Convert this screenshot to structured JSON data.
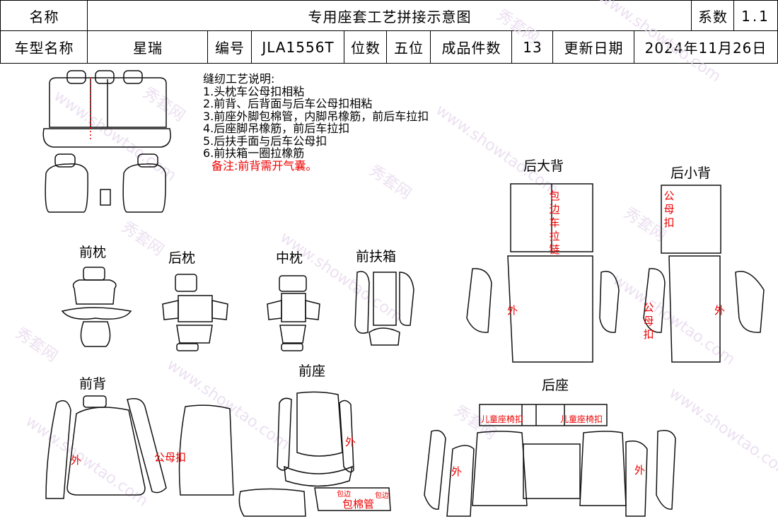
{
  "header": {
    "name_label": "名称",
    "title": "专用座套工艺拼接示意图",
    "coef_label": "系数",
    "coef_value": "1.1",
    "model_label": "车型名称",
    "model_value": "星瑞",
    "code_label": "编号",
    "code_value": "JLA1556T",
    "seats_label": "位数",
    "seats_value": "五位",
    "pieces_label": "成品件数",
    "pieces_value": "13",
    "date_label": "更新日期",
    "date_value": "2024年11月26日"
  },
  "notes": {
    "title": "缝纫工艺说明:",
    "items": [
      "1.头枕车公母扣相粘",
      "2.前背、后背面与后车公母扣相粘",
      "3.前座外脚包棉管，内脚吊橡筋，前后车拉扣",
      "4.后座脚吊橡筋，前后车拉扣",
      "5.后扶手面与后车公母扣",
      "6.前扶箱一圈拉橡筋"
    ],
    "remark": "备注:前背需开气囊。"
  },
  "sections": {
    "front_headrest": "前枕",
    "rear_headrest": "后枕",
    "middle_headrest": "中枕",
    "front_armbox": "前扶箱",
    "rear_big_back": "后大背",
    "rear_small_back": "后小背",
    "front_back": "前背",
    "front_seat": "前座",
    "rear_seat": "后座"
  },
  "annotations": {
    "outer": "外",
    "snap": "公母扣",
    "edge_zip": "包边车拉链",
    "child_seat": "儿童座椅扣",
    "edge": "包边",
    "cotton_tube": "包棉管"
  },
  "watermark": {
    "brand": "秀套网",
    "site": "www.showtao.com"
  }
}
